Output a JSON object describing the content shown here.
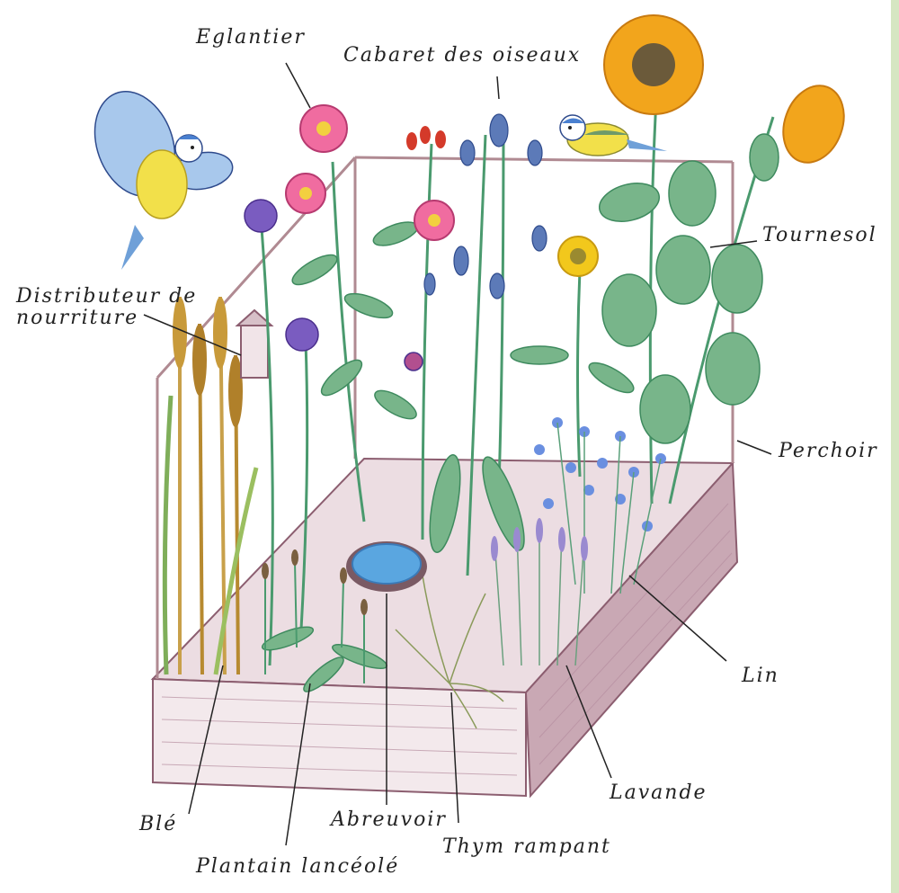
{
  "labels": {
    "eglantier": "Eglantier",
    "cabaret": "Cabaret des oiseaux",
    "tournesol": "Tournesol",
    "distributeur": "Distributeur de\nnourriture",
    "perchoir": "Perchoir",
    "lin": "Lin",
    "lavande": "Lavande",
    "ble": "Blé",
    "plantain": "Plantain lancéolé",
    "abreuvoir": "Abreuvoir",
    "thym": "Thym rampant"
  },
  "colors": {
    "edge_strip": "#d6e6c2",
    "box_wood": "#c9a8b4",
    "box_dark": "#8c5e70",
    "soil": "#ecdde2",
    "frame": "#b08a92",
    "stem": "#4a9a6e",
    "leaf": "#78b58a",
    "sunflower": "#f2a51c",
    "sunflower_center": "#6b5a3a",
    "rose": "#f06ca0",
    "allium": "#7a5cc0",
    "eryngium": "#5c7ab8",
    "flax": "#6a8fe0",
    "lavender": "#9a8ad0",
    "wheat": "#c89a3a",
    "water": "#5aa6e0",
    "bird_blue": "#6fa0d8",
    "bird_yellow": "#f2e04a",
    "ink": "#222222"
  }
}
